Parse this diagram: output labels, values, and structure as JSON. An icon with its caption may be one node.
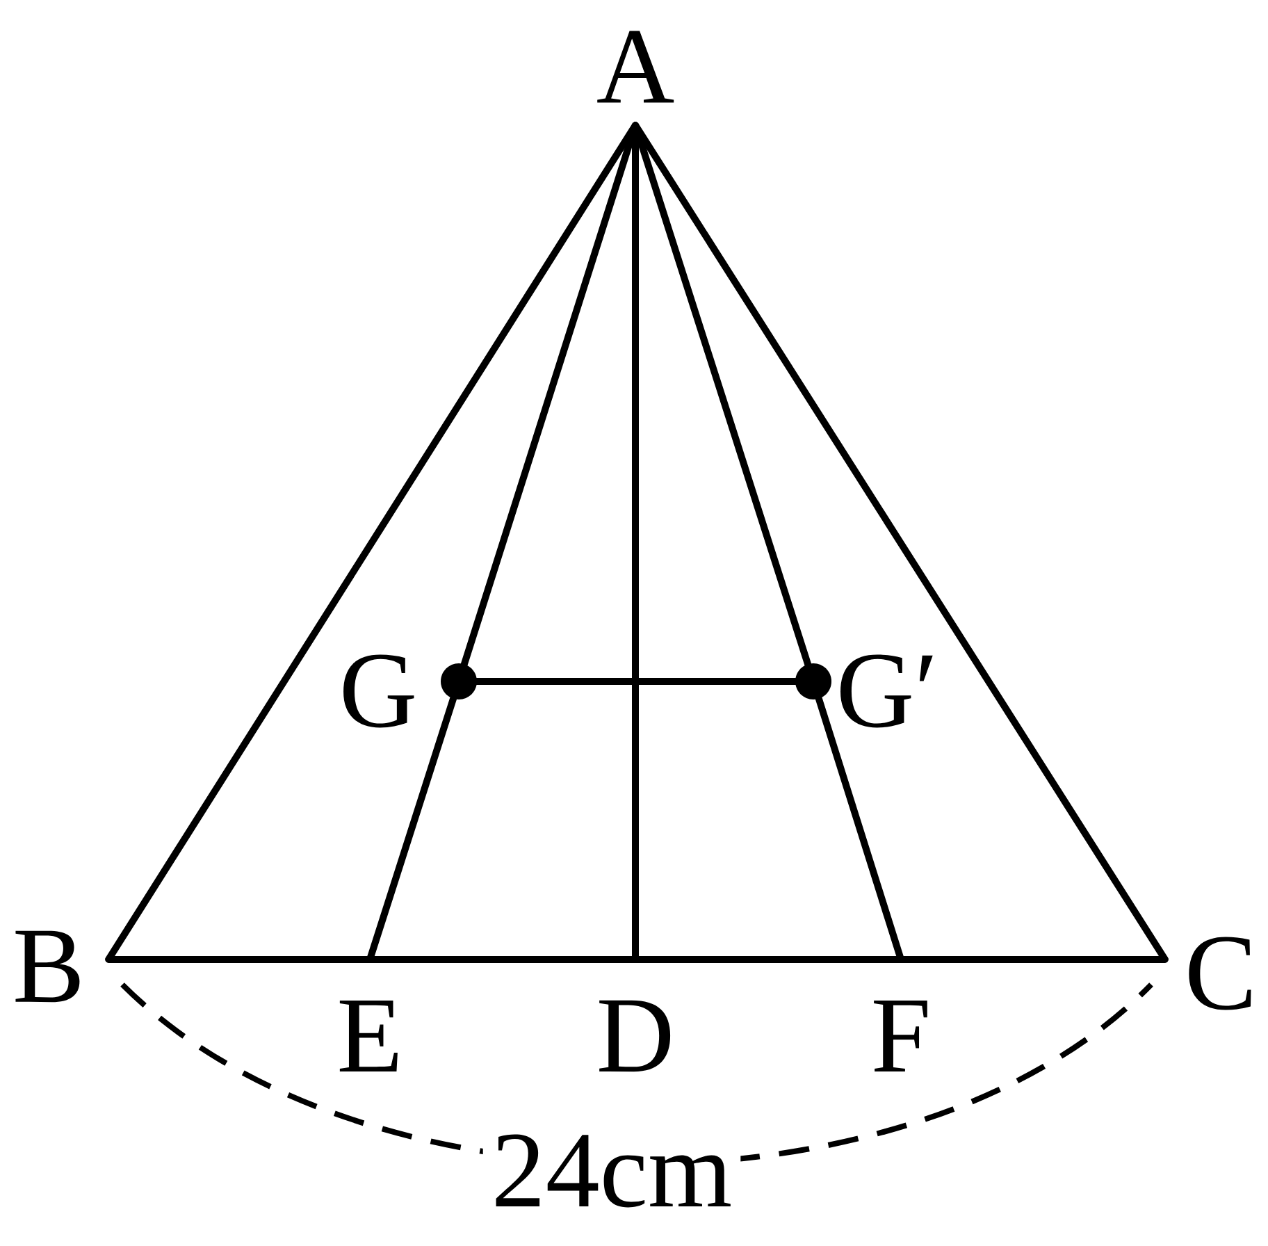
{
  "diagram": {
    "nodes": [
      {
        "text": [
          "A"
        ]
      },
      {
        "text": [
          "B"
        ]
      },
      {
        "text": [
          "C"
        ]
      },
      {
        "text": [
          "E"
        ]
      },
      {
        "text": [
          "D"
        ]
      },
      {
        "text": [
          "F"
        ]
      },
      {
        "text": [
          "G"
        ]
      },
      {
        "text": [
          "G′"
        ]
      }
    ],
    "edges": [
      {
        "from": 0,
        "to": 1,
        "arrow": "none"
      },
      {
        "from": 0,
        "to": 2,
        "arrow": "none"
      },
      {
        "from": 1,
        "to": 2,
        "arrow": "none"
      },
      {
        "from": 0,
        "to": 6,
        "arrow": "none"
      },
      {
        "from": 6,
        "to": 3,
        "arrow": "none"
      },
      {
        "from": 0,
        "to": 4,
        "arrow": "none"
      },
      {
        "from": 0,
        "to": 7,
        "arrow": "none"
      },
      {
        "from": 7,
        "to": 5,
        "arrow": "none"
      },
      {
        "from": 6,
        "to": 7,
        "arrow": "none"
      }
    ],
    "labels": [
      "24cm"
    ]
  }
}
